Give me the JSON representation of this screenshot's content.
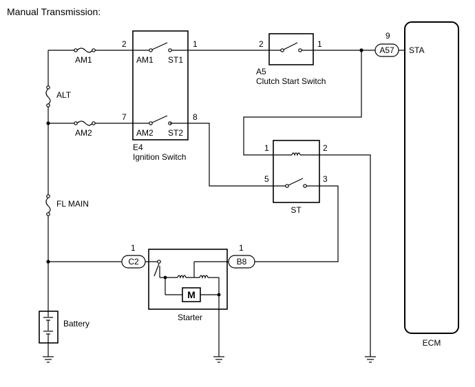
{
  "title": "Manual Transmission:",
  "components": {
    "ignition_switch": {
      "id": "E4",
      "name": "Ignition Switch",
      "labels": [
        "AM1",
        "ST1",
        "AM2",
        "ST2"
      ],
      "pins": [
        "2",
        "1",
        "7",
        "8"
      ]
    },
    "clutch_start_switch": {
      "id": "A5",
      "name": "Clutch Start Switch",
      "pins": [
        "2",
        "1"
      ]
    },
    "st_relay": {
      "name": "ST",
      "pins": [
        "1",
        "2",
        "5",
        "3"
      ]
    },
    "starter": {
      "name": "Starter",
      "motor_symbol": "M",
      "pins": [
        "1",
        "1"
      ]
    },
    "ecm": {
      "name": "ECM",
      "terminal": "STA",
      "pin": "9"
    },
    "battery": {
      "name": "Battery"
    }
  },
  "fuses": [
    "AM1",
    "ALT",
    "AM2",
    "FL MAIN"
  ],
  "connectors": [
    "A57",
    "C2",
    "B8"
  ]
}
